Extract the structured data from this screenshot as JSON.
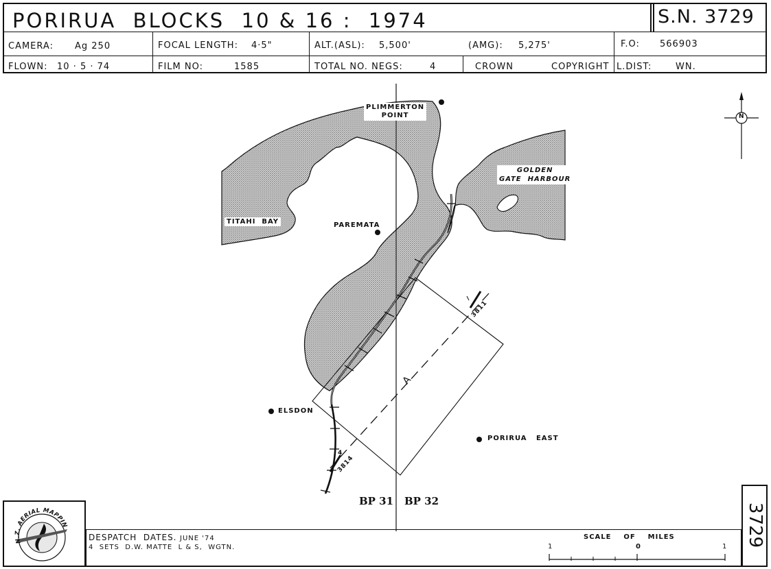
{
  "header": {
    "title": "PORIRUA  BLOCKS  10 & 16 :  1974",
    "sheet_number": "S.N. 3729",
    "camera_label": "CAMERA:",
    "camera_value": "Ag 250",
    "focal_label": "FOCAL LENGTH:",
    "focal_value": "4·5\"",
    "alt_label": "ALT.(ASL):",
    "alt_value": "5,500'",
    "amg_label": "(AMG):",
    "amg_value": "5,275'",
    "fo_label": "F.O:",
    "fo_value": "566903",
    "flown_label": "FLOWN:",
    "flown_value": "10 · 5 · 74",
    "film_label": "FILM NO:",
    "film_value": "1585",
    "negs_label": "TOTAL NO. NEGS:",
    "negs_value": "4",
    "crown_label": "CROWN",
    "copyright_label": "COPYRIGHT",
    "ldist_label": "L.DIST:",
    "ldist_value": "WN."
  },
  "map": {
    "places": {
      "plimmerton": [
        "PLIMMERTON",
        "POINT"
      ],
      "golden_gate": [
        "GOLDEN",
        "GATE  HARBOUR"
      ],
      "titahi_bay": "TITAHI  BAY",
      "paremata": "PAREMATA",
      "elsdon": "ELSDON",
      "porirua_east": "PORIRUA   EAST"
    },
    "run_letter": "A",
    "photo_start": "3811",
    "photo_end": "3814",
    "run_end_mark": "4",
    "bp_left": "BP 31",
    "bp_right": "BP 32",
    "north_label": "N",
    "colors": {
      "water": "#b8b8b8",
      "ink": "#111111"
    }
  },
  "footer": {
    "logo_text": "N.Z. AERIAL MAPPING LTD.",
    "despatch_label": "DESPATCH  DATES.",
    "despatch_value": "JUNE '74",
    "sets_line": "4  SETS  D.W. MATTE  L & S,  WGTN.",
    "scale_title": "SCALE    OF    MILES",
    "scale_left": "1",
    "scale_zero": "0",
    "scale_right": "1",
    "side_number": "3729"
  }
}
